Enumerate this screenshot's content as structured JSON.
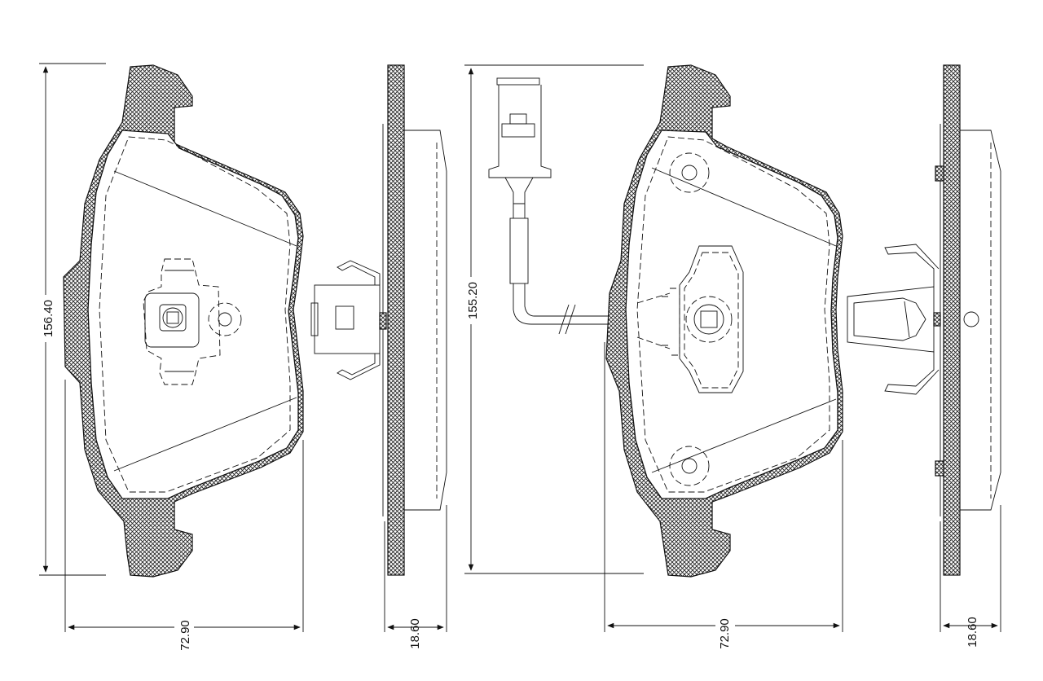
{
  "dimensions": {
    "left_pad_height": "156.40",
    "left_pad_width": "72.90",
    "left_pad_thickness": "18.60",
    "right_pad_height": "155.20",
    "right_pad_width": "72.90",
    "right_pad_thickness": "18.60"
  },
  "colors": {
    "line": "#111111",
    "background": "#ffffff"
  }
}
